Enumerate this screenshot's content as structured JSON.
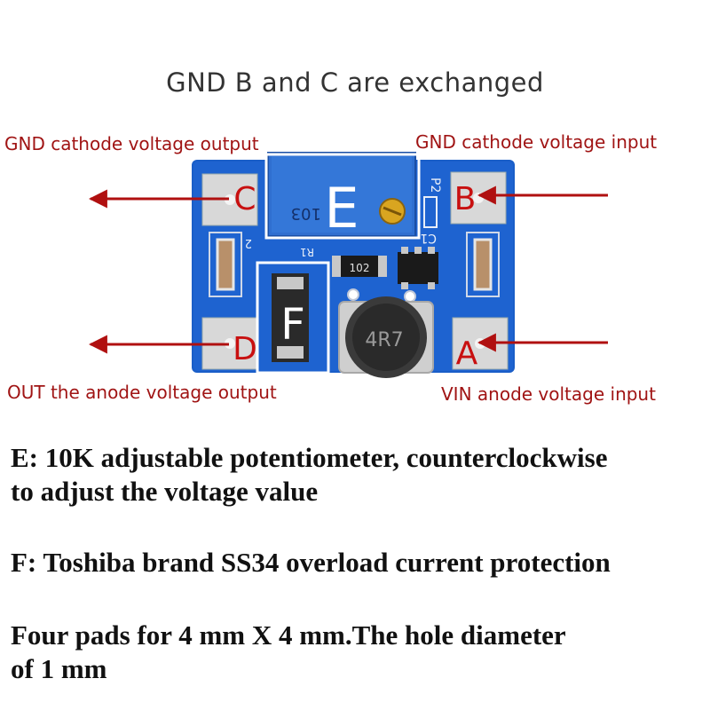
{
  "title": "GND B and C are exchanged",
  "labels": {
    "top_left": "GND cathode voltage output",
    "top_right": "GND cathode voltage input",
    "bottom_left": "OUT the anode voltage output",
    "bottom_right": "VIN anode voltage input"
  },
  "pads": {
    "a": "A",
    "b": "B",
    "c": "C",
    "d": "D"
  },
  "components": {
    "e": "E",
    "f": "F"
  },
  "silkscreen": {
    "resistor": "102",
    "inductor": "4R7",
    "r2": "2",
    "r1": "R1",
    "c1": "C1",
    "p2": "P2",
    "pot_code": "103"
  },
  "descriptions": {
    "e_line1": "E: 10K adjustable potentiometer, counterclockwise",
    "e_line2": "to adjust the voltage value",
    "f_line": "F: Toshiba brand SS34 overload current protection",
    "pads_line1": "Four pads for 4 mm X 4 mm.The hole diameter",
    "pads_line2": "of 1 mm"
  },
  "colors": {
    "label": "#a01414",
    "board": "#1a5ec8",
    "pad": "#d8d8d8",
    "pot": "#2f6fd0"
  }
}
